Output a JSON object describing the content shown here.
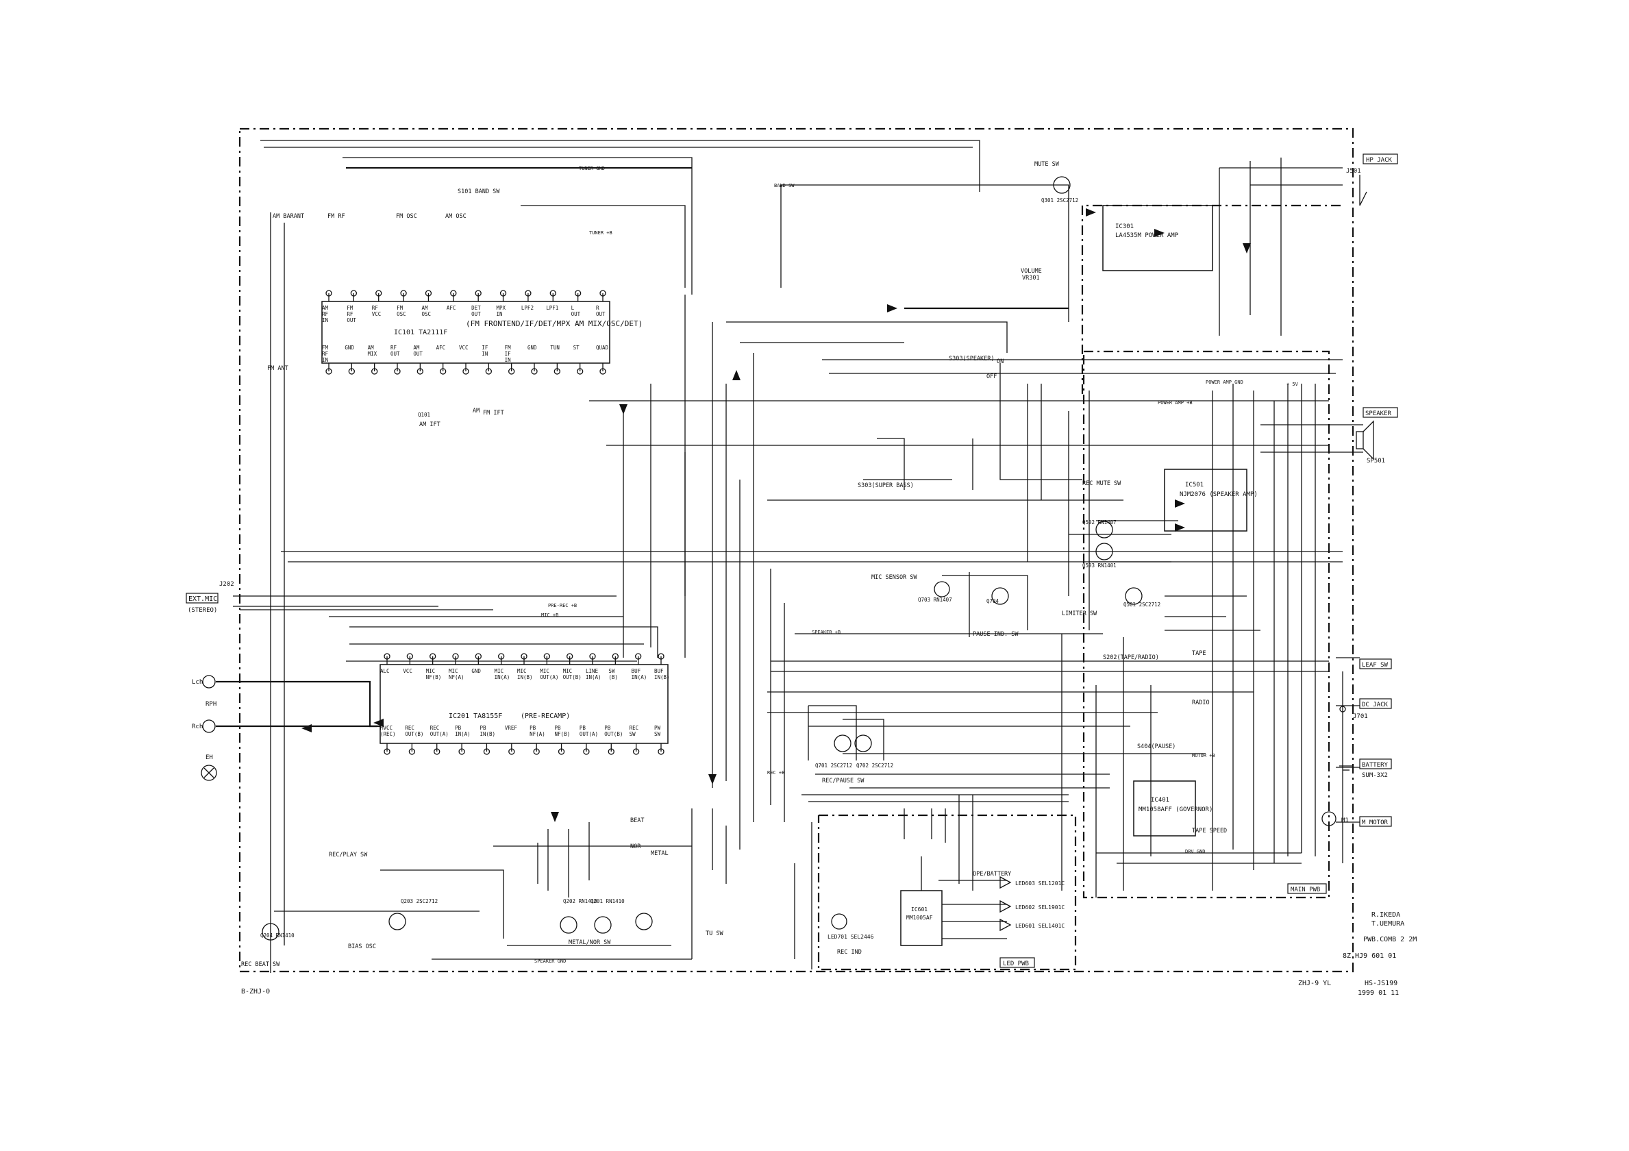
{
  "colors": {
    "ink": "#111111",
    "paper": "#ffffff"
  },
  "ics": [
    {
      "ref": "IC101 TA2111F",
      "desc": "(FM FRONTEND/IF/DET/MPX AM MIX/OSC/DET)"
    },
    {
      "ref": "IC201 TA8155F",
      "desc": "(PRE-RECAMP)"
    },
    {
      "ref": "IC301",
      "desc": "LA4535M POWER AMP"
    },
    {
      "ref": "IC501",
      "desc": "NJM2076 (SPEAKER AMP)"
    },
    {
      "ref": "IC401",
      "desc": "MM1058AFF (GOVERNOR)"
    },
    {
      "ref": "IC601",
      "desc": "MM1005AF"
    }
  ],
  "ic101_pins_top": [
    "AM RF IN",
    "FM RF OUT",
    "RF VCC",
    "FM OSC",
    "AM OSC",
    "AFC",
    "DET OUT",
    "MPX IN",
    "LPF2",
    "LPF1",
    "L OUT",
    "R OUT"
  ],
  "ic101_pins_bottom": [
    "FM RF IN",
    "GND",
    "AM MIX",
    "RF OUT",
    "AM OUT",
    "AFC",
    "VCC",
    "IF IN",
    "FM IF IN",
    "GND",
    "TUN",
    "ST",
    "QUAD"
  ],
  "ic201_pins_top": [
    "ALC",
    "VCC",
    "MIC NF(B)",
    "MIC NF(A)",
    "GND",
    "MIC IN(A)",
    "MIC IN(B)",
    "MIC OUT(A)",
    "MIC OUT(B)",
    "LINE IN(A)",
    "SW (B)",
    "BUF IN(A)",
    "BUF IN(B)"
  ],
  "ic201_pins_bottom": [
    "MVCC (REC)",
    "REC OUT(B)",
    "REC OUT(A)",
    "PB IN(A)",
    "PB IN(B)",
    "VREF",
    "PB NF(A)",
    "PB NF(B)",
    "PB OUT(A)",
    "PB OUT(B)",
    "REC SW",
    "PW SW"
  ],
  "frame_labels": [
    {
      "key": "main",
      "text": "MAIN PWB"
    },
    {
      "key": "led",
      "text": "LED PWB"
    },
    {
      "key": "b",
      "text": "B-ZHJ-0"
    }
  ],
  "left_connectors": [
    "EXT.MIC",
    "(STEREO)",
    "J202",
    "Lch",
    "RPH",
    "Rch",
    "EH"
  ],
  "right_connectors": [
    "HP JACK",
    "J501",
    "SPEAKER",
    "SP501",
    "LEAF SW",
    "DC JACK",
    "J701",
    "BATTERY",
    "SUM-3X2",
    "M MOTOR",
    "M1"
  ],
  "switch_labels": [
    "MUTE SW",
    "VOLUME",
    "VR301",
    "S101 BAND SW",
    "S303(SPEAKER)",
    "ON",
    "OFF",
    "S303(SUPER BASS)",
    "REC MUTE SW",
    "MIC SENSOR SW",
    "PAUSE IND. SW",
    "LIMITER SW",
    "S202(TAPE/RADIO)",
    "TAPE",
    "RADIO",
    "S404(PAUSE)",
    "TAPE SPEED",
    "REC/PAUSE SW",
    "REC/PLAY SW",
    "REC BEAT SW",
    "BIAS OSC",
    "METAL/NOR SW",
    "TU SW",
    "BEAT",
    "METAL",
    "NOR",
    "OPE/BATTERY",
    "REC IND",
    "FM ANT",
    "AM IFT",
    "FM IFT",
    "AM BARANT",
    "FM RF",
    "FM OSC",
    "AM OSC",
    "AM"
  ],
  "transistors": [
    "Q101",
    "Q202 RN1410",
    "Q201 RN1410",
    "Q203 2SC2712",
    "Q204 RN1410",
    "Q301 2SC2712",
    "Q501 2SC2712",
    "Q502 RN1407",
    "Q503 RN1401",
    "Q701 2SC2712",
    "Q702 2SC2712",
    "Q703 RN1407",
    "Q704"
  ],
  "leds": [
    "LED603 SEL1201C",
    "LED602 SEL1901C",
    "LED601 SEL1401C",
    "LED701 SEL2446"
  ],
  "net_labels": [
    "TUNER GND",
    "TUNER +B",
    "PRE-REC +B",
    "MIC +B",
    "SPEAKER +B",
    "SPEAKER GND",
    "POWER AMP +B",
    "POWER AMP GND",
    "REC +B",
    "MOTOR +B",
    "DRV GND",
    "+ 5V",
    "BAND SW"
  ],
  "title_block": {
    "names": [
      "R.IKEDA",
      "T.UEMURA"
    ],
    "pwb": "PWB.COMB 2 2M",
    "code": "8Z  HJ9  601  01",
    "model": "HS-JS199",
    "rev": "ZHJ-9 YL",
    "date": "1999  01  11"
  }
}
